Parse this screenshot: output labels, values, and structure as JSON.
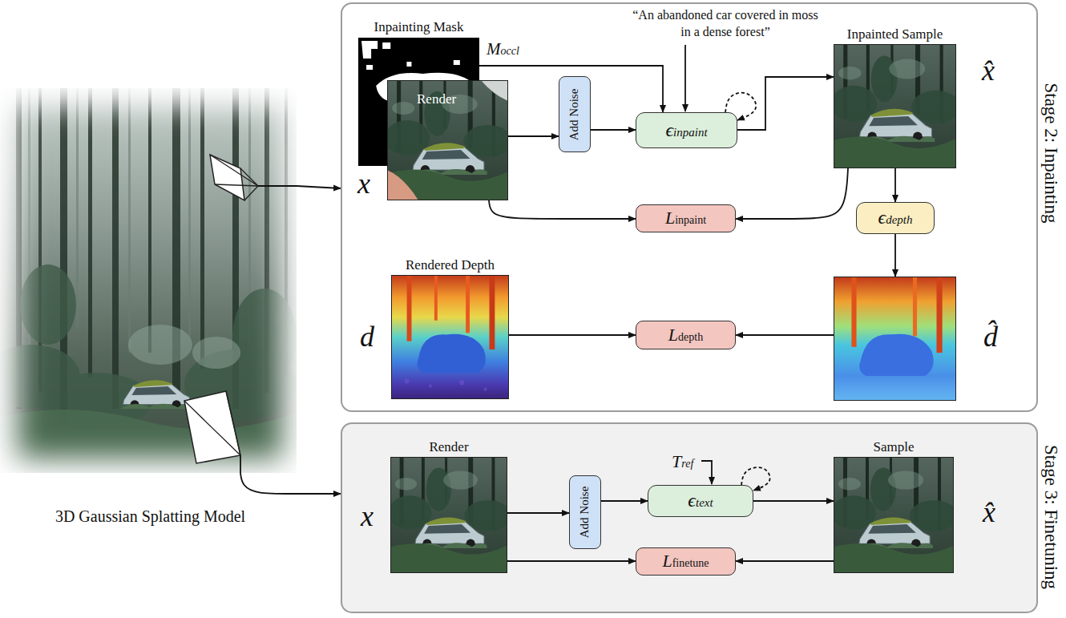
{
  "diagram": {
    "nodes": [
      {
        "text": [
          "3D Gaussian Splatting Model"
        ]
      },
      {
        "text": [
          "Stage 2: Inpainting"
        ]
      },
      {
        "text": [
          "Inpainting Mask",
          "Moccl"
        ],
        "in": 1
      },
      {
        "text": [
          "Render",
          "x"
        ],
        "in": 1
      },
      {
        "text": [
          "Add Noise"
        ],
        "in": 1
      },
      {
        "text": [
          "ϵinpaint"
        ],
        "in": 1
      },
      {
        "text": [
          "Inpainted Sample",
          "x̂"
        ],
        "in": 1
      },
      {
        "text": [
          "Linpaint"
        ],
        "in": 1
      },
      {
        "text": [
          "ϵdepth"
        ],
        "in": 1
      },
      {
        "text": [
          "Rendered Depth",
          "d"
        ],
        "in": 1
      },
      {
        "text": [
          "d̂"
        ],
        "in": 1
      },
      {
        "text": [
          "Ldepth"
        ],
        "in": 1
      },
      {
        "text": [
          "Stage 3: Finetuning"
        ]
      },
      {
        "text": [
          "Render",
          "x"
        ],
        "in": 12
      },
      {
        "text": [
          "Add Noise"
        ],
        "in": 12
      },
      {
        "text": [
          "ϵtext"
        ],
        "in": 12
      },
      {
        "text": [
          "Sample",
          "x̂"
        ],
        "in": 12
      },
      {
        "text": [
          "Lfinetune"
        ],
        "in": 12
      }
    ],
    "edges": [
      {
        "from": 0,
        "to": 1,
        "arrow": "to"
      },
      {
        "from": 0,
        "to": 12,
        "arrow": "to"
      },
      {
        "from": 2,
        "to": 5,
        "arrow": "to"
      },
      {
        "from": 3,
        "to": 4,
        "arrow": "to"
      },
      {
        "from": 4,
        "to": 5,
        "arrow": "to"
      },
      {
        "from": 5,
        "to": 5,
        "arrow": "to"
      },
      {
        "from": 5,
        "to": 6,
        "arrow": "to"
      },
      {
        "from": 3,
        "to": 7,
        "arrow": "to"
      },
      {
        "from": 6,
        "to": 7,
        "arrow": "to"
      },
      {
        "from": 6,
        "to": 8,
        "arrow": "to"
      },
      {
        "from": 8,
        "to": 10,
        "arrow": "to"
      },
      {
        "from": 9,
        "to": 11,
        "arrow": "to"
      },
      {
        "from": 10,
        "to": 11,
        "arrow": "to"
      },
      {
        "from": 13,
        "to": 14,
        "arrow": "to"
      },
      {
        "from": 14,
        "to": 15,
        "arrow": "to"
      },
      {
        "from": 15,
        "to": 15,
        "arrow": "to"
      },
      {
        "from": 15,
        "to": 16,
        "arrow": "to"
      },
      {
        "from": 13,
        "to": 17,
        "arrow": "to"
      },
      {
        "from": 16,
        "to": 17,
        "arrow": "to"
      }
    ],
    "labels": [
      "“An abandoned car covered in moss in a dense forest”",
      "Tref"
    ]
  }
}
